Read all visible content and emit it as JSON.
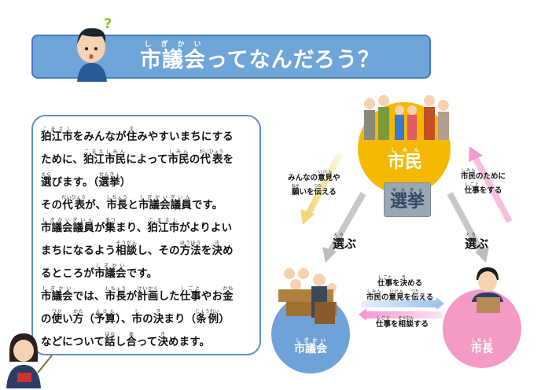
{
  "title": [
    [
      "市議会",
      "しぎかい"
    ],
    [
      "ってなんだろう？",
      ""
    ]
  ],
  "explanation": [
    [
      [
        "狛江市",
        "こまえし"
      ],
      [
        "をみんなが",
        ""
      ],
      [
        "住",
        "す"
      ],
      [
        "みやすいまちにする",
        ""
      ]
    ],
    [
      [
        "ために、",
        ""
      ],
      [
        "狛江市民",
        "こまえしみん"
      ],
      [
        "によって",
        ""
      ],
      [
        "市民",
        "しみん"
      ],
      [
        "の",
        ""
      ],
      [
        "代表",
        "だいひょう"
      ],
      [
        "を",
        ""
      ]
    ],
    [
      [
        "選",
        "えら"
      ],
      [
        "びます。（",
        ""
      ],
      [
        "選挙",
        "せんきょ"
      ],
      [
        "）",
        ""
      ]
    ],
    [
      [
        "その",
        ""
      ],
      [
        "代表",
        "だいひょう"
      ],
      [
        "が、",
        ""
      ],
      [
        "市長",
        "しちょう"
      ],
      [
        "と",
        ""
      ],
      [
        "市議会議員",
        "しぎかいぎいん"
      ],
      [
        "です。",
        ""
      ]
    ],
    [
      [
        "市議会議員",
        "しぎかいぎいん"
      ],
      [
        "が",
        ""
      ],
      [
        "集",
        "あつ"
      ],
      [
        "まり、",
        ""
      ],
      [
        "狛江市",
        "こまえし"
      ],
      [
        "がよりよい",
        ""
      ]
    ],
    [
      [
        "まちになるよう",
        ""
      ],
      [
        "相談",
        "そうだん"
      ],
      [
        "し、その",
        ""
      ],
      [
        "方法",
        "ほうほう"
      ],
      [
        "を",
        ""
      ],
      [
        "決",
        "き"
      ],
      [
        "め",
        ""
      ]
    ],
    [
      [
        "るところが",
        ""
      ],
      [
        "市議会",
        "しぎかい"
      ],
      [
        "です。",
        ""
      ]
    ],
    [
      [
        "市議会",
        "しぎかい"
      ],
      [
        "では、",
        ""
      ],
      [
        "市長",
        "しちょう"
      ],
      [
        "が",
        ""
      ],
      [
        "計画",
        "けいかく"
      ],
      [
        "した",
        ""
      ],
      [
        "仕事",
        "しごと"
      ],
      [
        "やお",
        ""
      ],
      [
        "金",
        "かね"
      ]
    ],
    [
      [
        "の",
        ""
      ],
      [
        "使",
        "つか"
      ],
      [
        "い",
        ""
      ],
      [
        "方",
        "かた"
      ],
      [
        "（",
        ""
      ],
      [
        "予算",
        "よさん"
      ],
      [
        "）、",
        ""
      ],
      [
        "市",
        "し"
      ],
      [
        "の",
        ""
      ],
      [
        "決",
        "き"
      ],
      [
        "まり（",
        ""
      ],
      [
        "条例",
        "じょうれい"
      ],
      [
        "）",
        ""
      ]
    ],
    [
      [
        "などについて",
        ""
      ],
      [
        "話",
        "はな"
      ],
      [
        "し",
        ""
      ],
      [
        "合",
        "あ"
      ],
      [
        "って",
        ""
      ],
      [
        "決",
        "き"
      ],
      [
        "めます。",
        ""
      ]
    ]
  ],
  "diagram": {
    "citizens": [
      [
        "市民",
        "しみん"
      ]
    ],
    "council": [
      [
        "市議会",
        "しぎかい"
      ]
    ],
    "mayor": [
      [
        "市長",
        "しちょう"
      ]
    ],
    "election": [
      [
        "選挙",
        "せんきょ"
      ]
    ],
    "opinions": [
      [
        [
          "みんなの",
          ""
        ],
        [
          "意見",
          "いけん"
        ],
        [
          "や",
          ""
        ]
      ],
      [
        [
          "願",
          "ねが"
        ],
        [
          "いを",
          ""
        ],
        [
          "伝",
          "つた"
        ],
        [
          "える",
          ""
        ]
      ]
    ],
    "work_for_citizens": [
      [
        [
          "市民",
          "しみん"
        ],
        [
          "のために",
          ""
        ]
      ],
      [
        [
          "仕事",
          "しごと"
        ],
        [
          "をする",
          ""
        ]
      ]
    ],
    "elect_left": [
      [
        "選",
        "えら"
      ],
      [
        "ぶ",
        ""
      ]
    ],
    "elect_right": [
      [
        "選",
        "えら"
      ],
      [
        "ぶ",
        ""
      ]
    ],
    "decide": [
      [
        [
          "仕事",
          "しごと"
        ],
        [
          "を",
          ""
        ],
        [
          "決",
          "き"
        ],
        [
          "める",
          ""
        ]
      ],
      [
        [
          "市民",
          "しみん"
        ],
        [
          "の",
          ""
        ],
        [
          "意見",
          "いけん"
        ],
        [
          "を",
          ""
        ],
        [
          "伝",
          "つた"
        ],
        [
          "える",
          ""
        ]
      ]
    ],
    "consult": [
      [
        [
          "仕事",
          "しごと"
        ],
        [
          "を",
          ""
        ],
        [
          "相談",
          "そうだん"
        ],
        [
          "する",
          ""
        ]
      ]
    ]
  },
  "colors": {
    "banner": "#6fa5d8",
    "citizens": "#f5b800",
    "council": "#6fa2d8",
    "mayor": "#f39ac5"
  }
}
